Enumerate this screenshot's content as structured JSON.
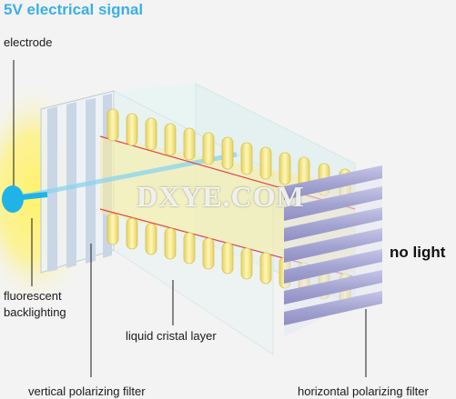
{
  "title": "5V electrical signal",
  "labels": {
    "electrode": "electrode",
    "fluorescent": "fluorescent",
    "backlighting": "backlighting",
    "liquid_crystal": "liquid cristal layer",
    "vertical_filter": "vertical polarizing filter",
    "horizontal_filter": "horizontal polarizing filter",
    "no_light": "no light"
  },
  "watermark": "DXYE.COM",
  "colors": {
    "title": "#39b0e6",
    "electrode": "#1fb3e8",
    "glow": "#fff04a",
    "crystal": "#f2e27a",
    "filter_bar": "#a9a9d4",
    "light_line": "#e0454a"
  }
}
